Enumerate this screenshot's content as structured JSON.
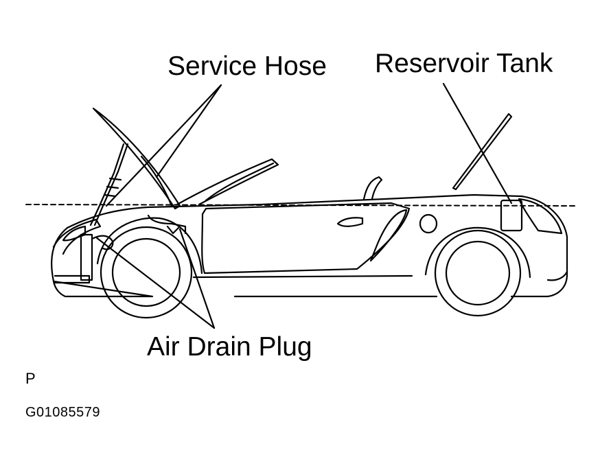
{
  "labels": {
    "service_hose": "Service Hose",
    "reservoir_tank": "Reservoir Tank",
    "air_drain_plug": "Air Drain Plug"
  },
  "footer": {
    "letter": "P",
    "figure_code": "G01085579"
  },
  "colors": {
    "ink": "#000000",
    "paper": "#ffffff"
  }
}
